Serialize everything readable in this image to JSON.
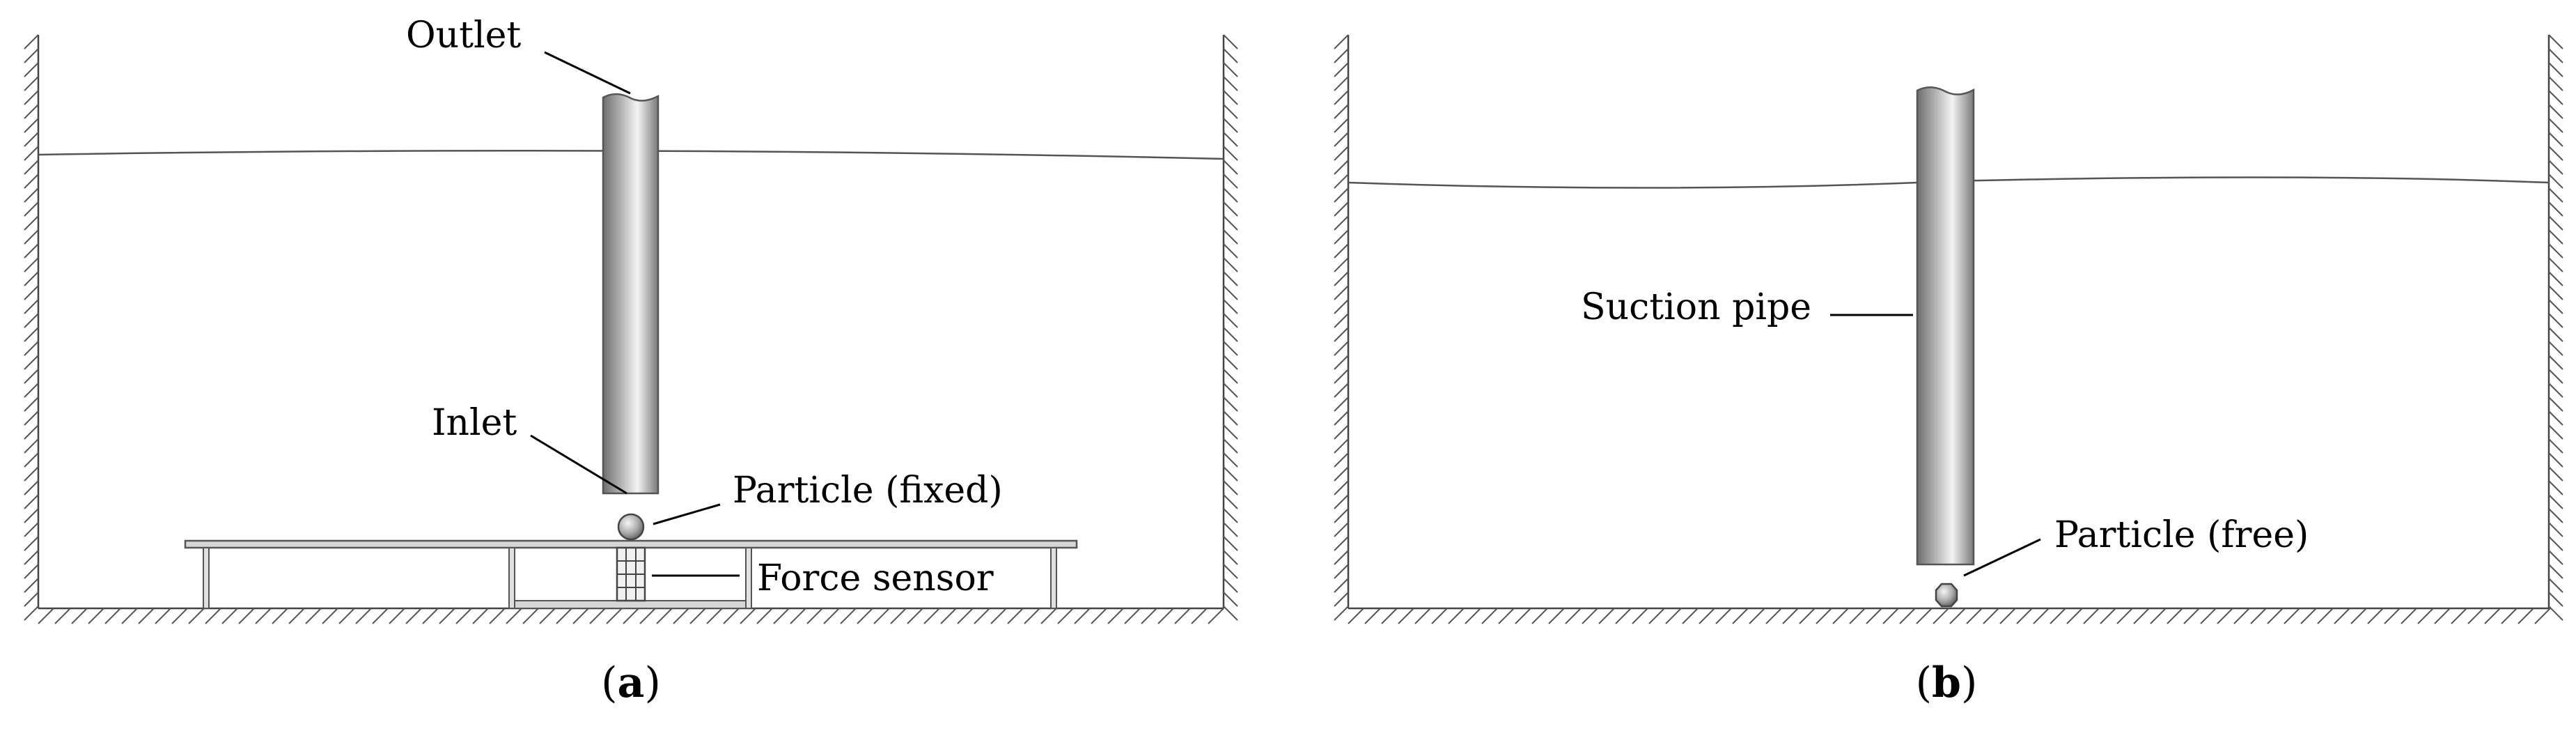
{
  "panel_a": {
    "labels": {
      "outlet": "Outlet",
      "inlet": "Inlet",
      "particle": "Particle (fixed)",
      "sensor": "Force sensor"
    },
    "caption_open": "(",
    "caption_letter": "a",
    "caption_close": ")"
  },
  "panel_b": {
    "labels": {
      "pipe": "Suction pipe",
      "particle": "Particle (free)"
    },
    "caption_open": "(",
    "caption_letter": "b",
    "caption_close": ")"
  },
  "colors": {
    "line": "#555555",
    "pipe_dark": "#6e6e6e",
    "pipe_light": "#f4f4f4",
    "particle": "#bdbdbd"
  }
}
